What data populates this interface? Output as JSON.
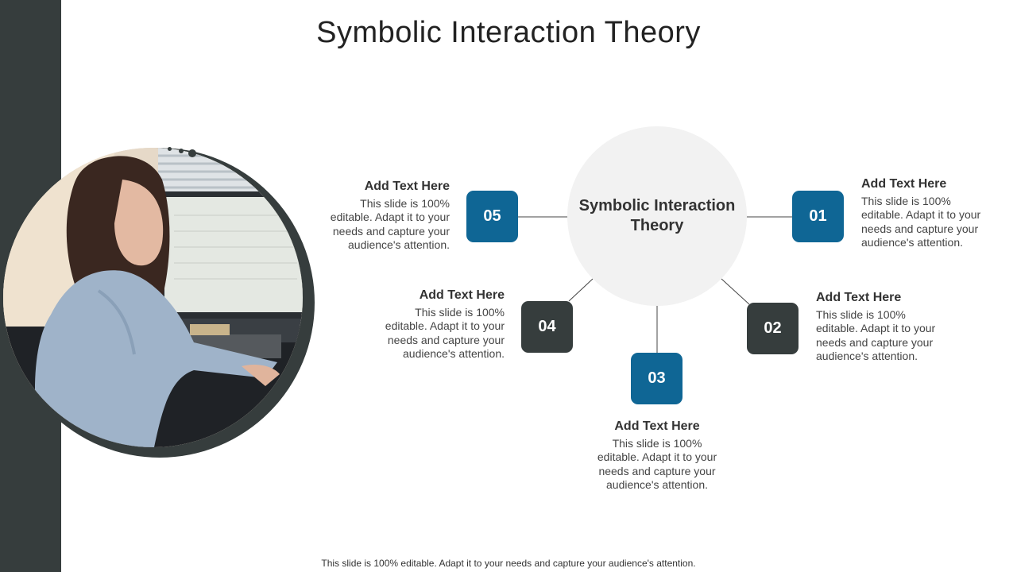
{
  "slide": {
    "title": "Symbolic Interaction Theory",
    "center_label": "Symbolic Interaction Theory",
    "footer": "This slide is 100% editable. Adapt it to your needs and capture your audience's attention.",
    "photo_alt": "woman-at-computer-photo",
    "colors": {
      "blue": "#0f6695",
      "dark": "#363d3d",
      "circle": "#f2f2f2"
    }
  },
  "items": [
    {
      "number": "01",
      "heading": "Add Text Here",
      "body": "This slide is 100% editable. Adapt it to your needs and capture your audience's attention."
    },
    {
      "number": "02",
      "heading": "Add Text Here",
      "body": "This slide is 100% editable. Adapt it to your needs and capture your audience's attention."
    },
    {
      "number": "03",
      "heading": "Add Text Here",
      "body": "This slide is 100% editable. Adapt it to your needs and capture your audience's attention."
    },
    {
      "number": "04",
      "heading": "Add Text Here",
      "body": "This slide is 100% editable. Adapt it to your needs and capture your audience's attention."
    },
    {
      "number": "05",
      "heading": "Add Text Here",
      "body": "This slide is 100% editable. Adapt it to your needs and capture your audience's attention."
    }
  ]
}
